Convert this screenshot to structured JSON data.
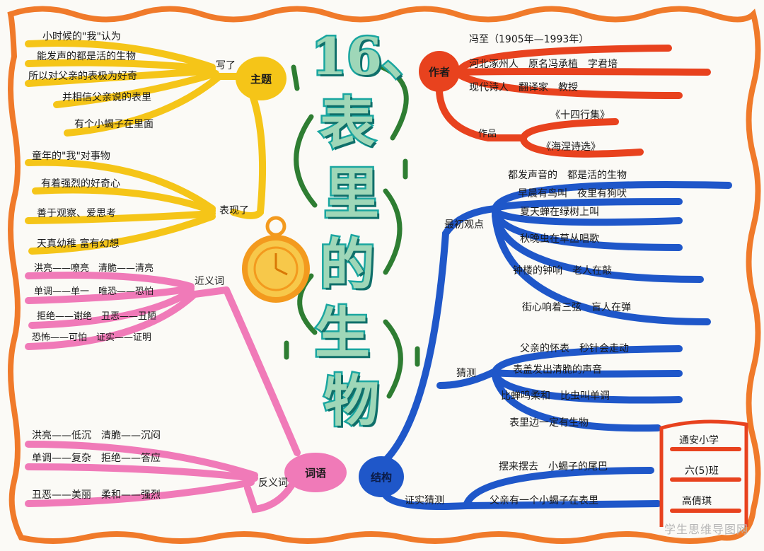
{
  "title": {
    "number": "16、",
    "chars": [
      "表",
      "里",
      "的",
      "生",
      "物"
    ]
  },
  "hubs": {
    "theme": "主题",
    "author": "作者",
    "words": "词语",
    "structure": "结构"
  },
  "theme_branch": {
    "sub_label_write": "写了",
    "write_items": [
      "小时候的\"我\"认为",
      "能发声的都是活的生物",
      "所以对父亲的表极为好奇",
      "并相信父亲说的表里",
      "有个小蝎子在里面"
    ],
    "sub_label_show": "表现了",
    "show_items": [
      "童年的\"我\"对事物",
      "有着强烈的好奇心",
      "善于观察、爱思考",
      "天真幼稚 富有幻想"
    ]
  },
  "synonyms": {
    "label": "近义词",
    "items": [
      "洪亮——嘹亮　清脆——清亮",
      "单调——单一　唯恐——恐怕",
      "拒绝——谢绝　丑恶——丑陋",
      "恐怖——可怕　证实——证明"
    ]
  },
  "antonyms": {
    "label": "反义词",
    "items": [
      "洪亮——低沉　清脆——沉闷",
      "单调——复杂　拒绝——答应",
      "丑恶——美丽　柔和——强烈"
    ]
  },
  "author_branch": {
    "line1": "冯至（1905年—1993年）",
    "line2": "河北涿州人　原名冯承植　字君培",
    "line3": "现代诗人　翻译家　教授",
    "works_label": "作品",
    "works": [
      "《十四行集》",
      "《海涅诗选》"
    ]
  },
  "structure_branch": {
    "initial_label": "最初观点",
    "initial_items": [
      "都发声音的　都是活的生物",
      "早晨有鸟叫　夜里有狗吠",
      "夏天蝉在绿树上叫",
      "秋晚虫在草丛唱歌",
      "钟楼的钟响　老人在敲",
      "街心响着三弦　盲人在弹"
    ],
    "doubt_label": "猜测",
    "doubt_items": [
      "父亲的怀表　秒针会走动",
      "表盖发出清脆的声音",
      "比蝉鸣柔和　比虫叫单调",
      "表里边一定有生物"
    ],
    "confirm_label": "证实猜测",
    "confirm_items": [
      "摆来摆去　小蝎子的尾巴",
      "父亲有一个小蝎子在表里"
    ]
  },
  "signature": {
    "school": "通安小学",
    "class": "六(5)班",
    "name": "高倩琪"
  },
  "watermark": "学生思维导图网",
  "colors": {
    "theme": "#f5c518",
    "author": "#e8421e",
    "words": "#f07ab8",
    "structure": "#1f57c9",
    "title": "#1aa6a0",
    "border": "#f07a2a",
    "accent": "#2e7d32"
  }
}
